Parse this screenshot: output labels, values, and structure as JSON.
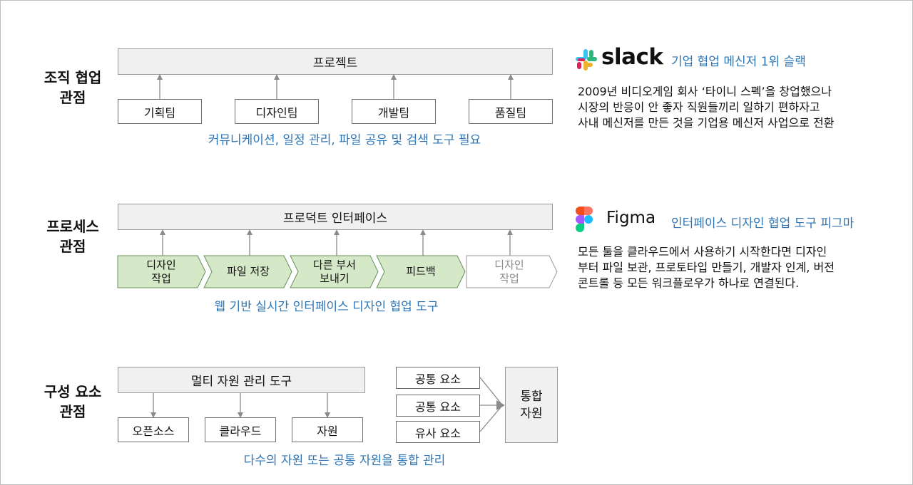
{
  "sections": [
    {
      "label": "조직 협업\n관점",
      "bar": "프로젝트",
      "teams": [
        "기획팀",
        "디자인팀",
        "개발팀",
        "품질팀"
      ],
      "caption": "커뮤니케이션, 일정 관리, 파일 공유 및 검색 도구 필요"
    },
    {
      "label": "프로세스\n관점",
      "bar": "프로덕트 인터페이스",
      "steps": [
        "디자인\n작업",
        "파일 저장",
        "다른 부서\n보내기",
        "피드백",
        "디자인\n작업"
      ],
      "caption": "웹 기반 실시간 인터페이스 디자인 협업 도구"
    },
    {
      "label": "구성 요소\n관점",
      "bar": "멀티 자원 관리 도구",
      "items": [
        "오픈소스",
        "클라우드",
        "자원"
      ],
      "elements": [
        "공통 요소",
        "공통 요소",
        "유사 요소"
      ],
      "merged": "통합\n자원",
      "caption": "다수의 자원 또는 공통 자원을 통합 관리"
    }
  ],
  "slack": {
    "logo_text": "slack",
    "title": "기업 협업 메신저 1위 슬랙",
    "description": "2009년 비디오게임 회사 ‘타이니 스펙’을 창업했으나\n시장의 반응이 안 좋자 직원들끼리 일하기 편하자고\n사내 메신저를 만든 것을 기업용 메신저 사업으로 전환"
  },
  "figma": {
    "logo_text": "Figma",
    "title": "인터페이스 디자인 협업 도구 피그마",
    "description": "모든 툴을 클라우드에서 사용하기 시작한다면 디자인\n부터 파일 보관, 프로토타입 만들기, 개발자 인계, 버전\n콘트롤 등 모든 워크플로우가 하나로 연결된다."
  },
  "colors": {
    "accent_blue": "#2e75b6",
    "step_green": "#d5e8c8",
    "step_green_border": "#6a8f58",
    "bar_gray": "#f0f0f0"
  }
}
